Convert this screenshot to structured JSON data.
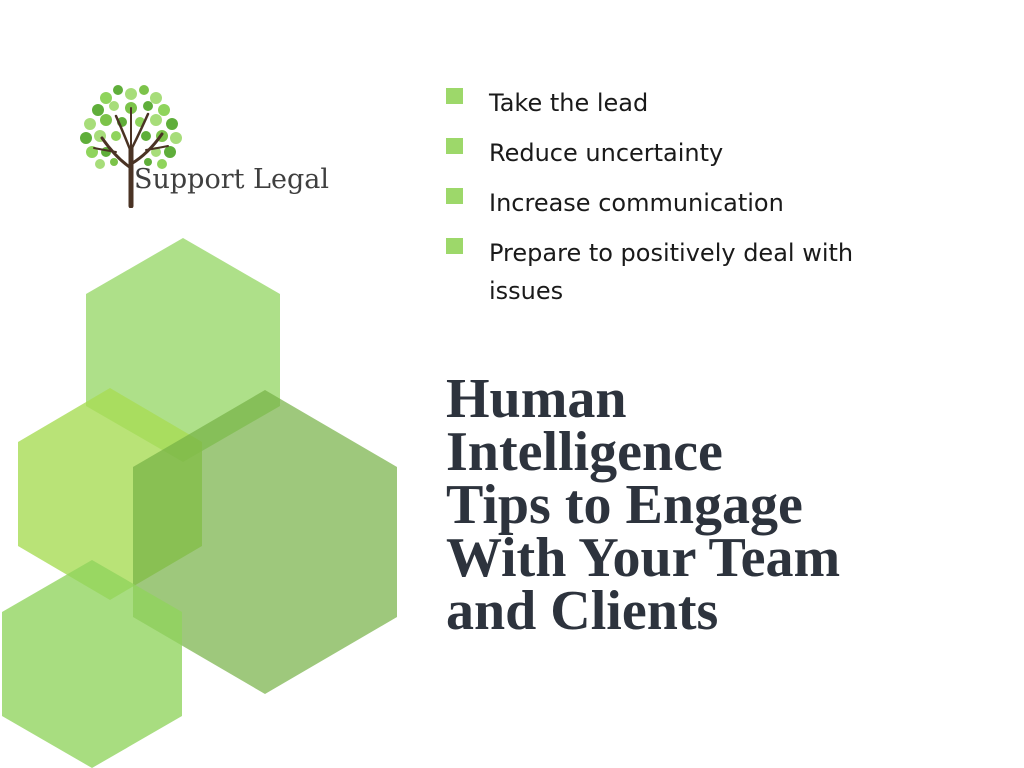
{
  "logo": {
    "text": "Support Legal",
    "icon": "tree-icon",
    "colors": {
      "leaf_light": "#a7dd7a",
      "leaf_dark": "#5fae3a",
      "trunk": "#4a3324"
    }
  },
  "bullets": [
    {
      "label": "Take the lead"
    },
    {
      "label": "Reduce uncertainty"
    },
    {
      "label": "Increase communication"
    },
    {
      "label": "Prepare to positively deal with issues"
    }
  ],
  "title": {
    "lines": [
      "Human",
      "Intelligence",
      "Tips to Engage",
      "With Your Team",
      "and Clients"
    ]
  },
  "colors": {
    "bullet_marker": "#9dd86a",
    "title_text": "#2d333d",
    "hex_green": "#8fd45c",
    "hex_dark_green": "#7bb356",
    "hex_yellow_green": "#aede62"
  }
}
